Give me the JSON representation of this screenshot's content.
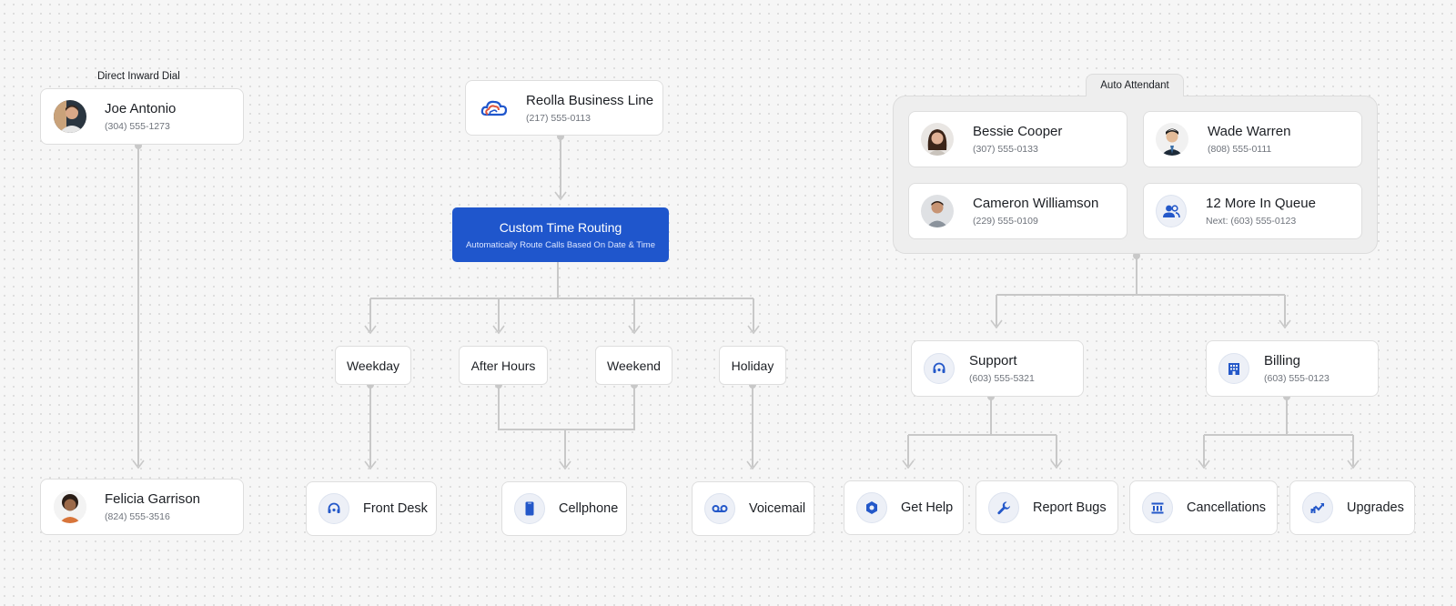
{
  "direct_dial": {
    "label": "Direct Inward Dial",
    "top": {
      "name": "Joe Antonio",
      "phone": "(304) 555-1273"
    },
    "bottom": {
      "name": "Felicia Garrison",
      "phone": "(824) 555-3516"
    }
  },
  "business_line": {
    "name": "Reolla Business Line",
    "phone": "(217) 555-0113",
    "icon": "cloud-logo-icon"
  },
  "custom_routing": {
    "title": "Custom Time Routing",
    "subtitle": "Automatically Route Calls Based On Date & Time",
    "color": "#1f56cc"
  },
  "time_options": [
    "Weekday",
    "After Hours",
    "Weekend",
    "Holiday"
  ],
  "destinations": [
    {
      "label": "Front Desk",
      "icon": "headset-icon"
    },
    {
      "label": "Cellphone",
      "icon": "mobile-icon"
    },
    {
      "label": "Voicemail",
      "icon": "voicemail-icon"
    }
  ],
  "auto_attendant": {
    "label": "Auto Attendant",
    "members": [
      {
        "name": "Bessie Cooper",
        "phone": "(307) 555-0133"
      },
      {
        "name": "Wade Warren",
        "phone": "(808) 555-0111"
      },
      {
        "name": "Cameron Williamson",
        "phone": "(229) 555-0109"
      },
      {
        "name": "12 More In Queue",
        "phone": "Next: (603) 555-0123",
        "icon": "users-icon"
      }
    ]
  },
  "departments": [
    {
      "name": "Support",
      "phone": "(603) 555-5321",
      "icon": "headset-icon"
    },
    {
      "name": "Billing",
      "phone": "(603) 555-0123",
      "icon": "building-icon"
    }
  ],
  "sub_options": [
    {
      "label": "Get Help",
      "icon": "settings-icon"
    },
    {
      "label": "Report Bugs",
      "icon": "wrench-icon"
    },
    {
      "label": "Cancellations",
      "icon": "bank-icon"
    },
    {
      "label": "Upgrades",
      "icon": "chart-up-icon"
    }
  ],
  "colors": {
    "accent": "#1f56cc",
    "icon": "#2458c9",
    "wire": "#c8c8c8",
    "card_border": "#dedede"
  }
}
